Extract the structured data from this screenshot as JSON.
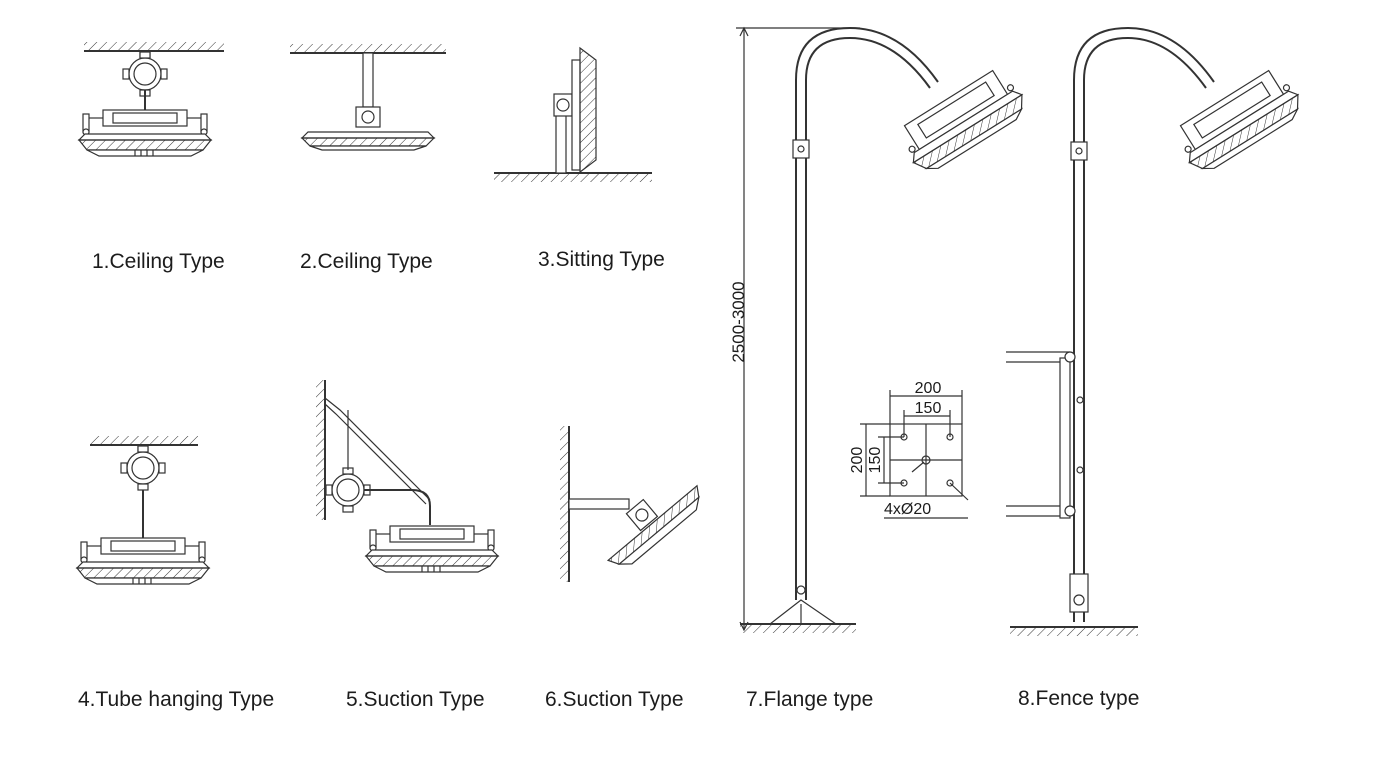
{
  "labels": {
    "t1": "1.Ceiling  Type",
    "t2": "2.Ceiling  Type",
    "t3": "3.Sitting  Type",
    "t4": "4.Tube hanging Type",
    "t5": "5.Suction Type",
    "t6": "6.Suction Type",
    "t7": "7.Flange type",
    "t8": "8.Fence type"
  },
  "dimensions": {
    "height": "2500-3000",
    "flange_outer_w": "200",
    "flange_inner_w": "150",
    "flange_outer_h": "200",
    "flange_inner_h": "150",
    "holes": "4xØ20"
  },
  "colors": {
    "line": "#333333",
    "text": "#1c1c1c",
    "background": "#ffffff"
  }
}
